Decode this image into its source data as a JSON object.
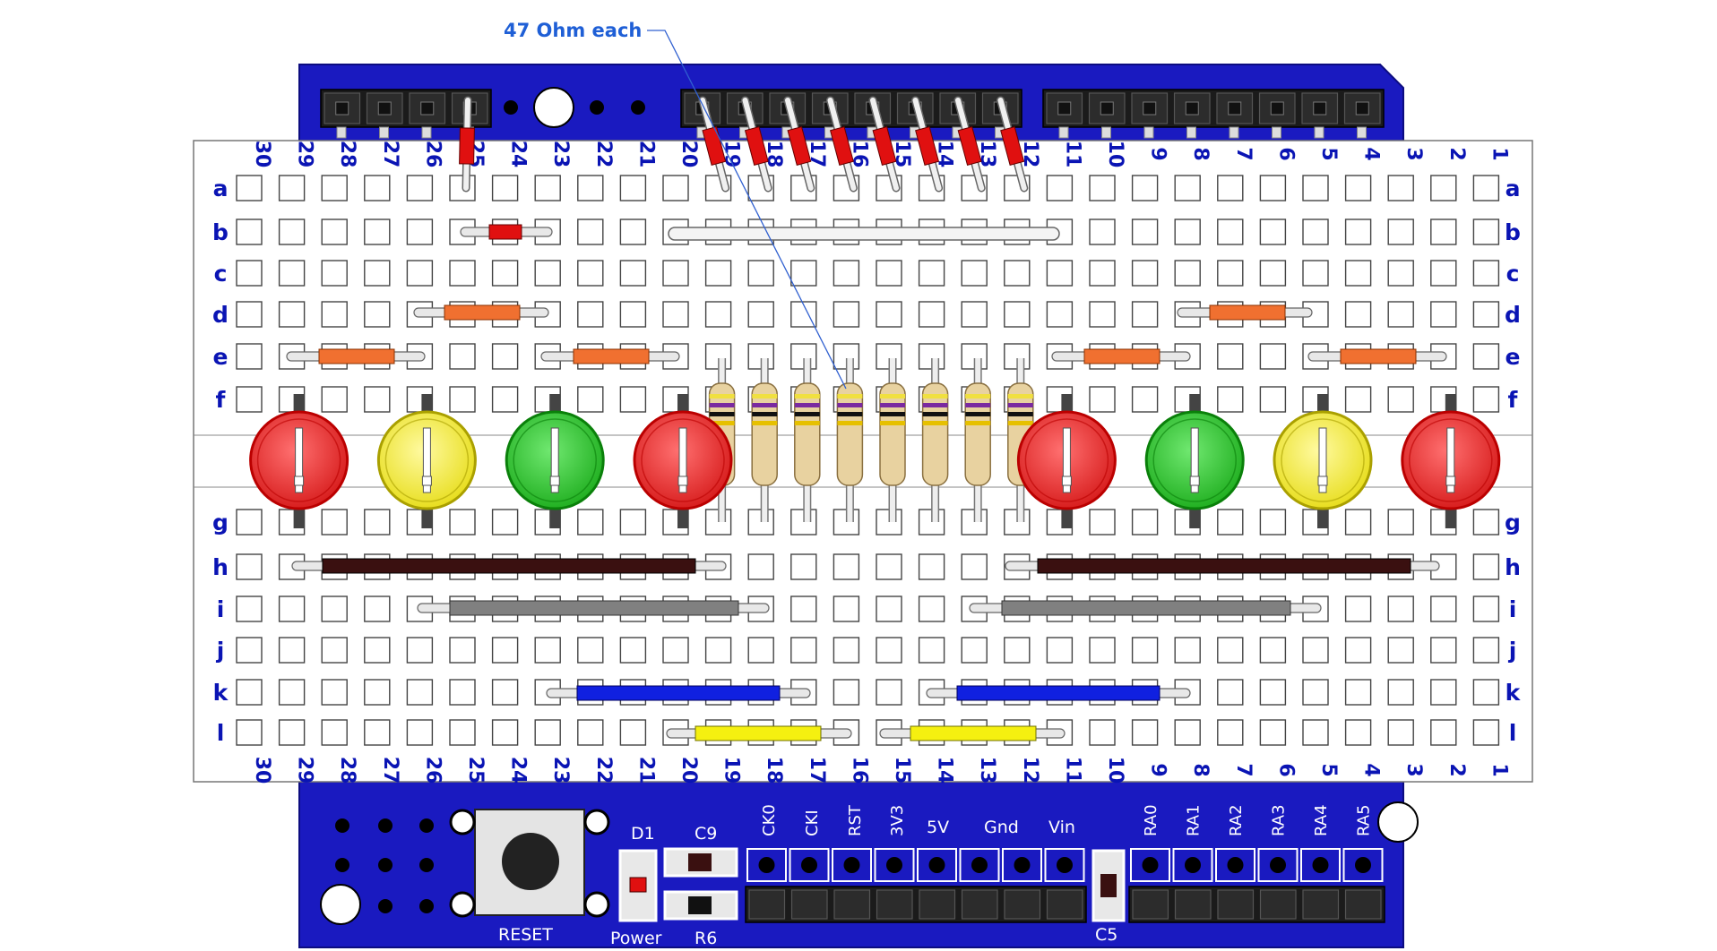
{
  "annotation": "47 Ohm each",
  "breadboard": {
    "columns": [
      "30",
      "29",
      "28",
      "27",
      "26",
      "25",
      "24",
      "23",
      "22",
      "21",
      "20",
      "19",
      "18",
      "17",
      "16",
      "15",
      "14",
      "13",
      "12",
      "11",
      "10",
      "9",
      "8",
      "7",
      "6",
      "5",
      "4",
      "3",
      "2",
      "1"
    ],
    "rows_upper": [
      "a",
      "b",
      "c",
      "d",
      "e",
      "f"
    ],
    "rows_lower": [
      "g",
      "h",
      "i",
      "j",
      "k",
      "l"
    ]
  },
  "board": {
    "reset_label": "RESET",
    "power_label": "Power",
    "d1_label": "D1",
    "c9_label": "C9",
    "r6_label": "R6",
    "c5_label": "C5",
    "header_labels_vertical": [
      "CK0",
      "CKI",
      "RST",
      "3V3"
    ],
    "header_labels_horizontal": [
      "5V",
      "Gnd",
      "Vin"
    ],
    "analog_labels": [
      "RA0",
      "RA1",
      "RA2",
      "RA3",
      "RA4",
      "RA5"
    ]
  },
  "leds": [
    {
      "color": "red"
    },
    {
      "color": "yellow"
    },
    {
      "color": "green"
    },
    {
      "color": "red"
    },
    {
      "color": "red"
    },
    {
      "color": "green"
    },
    {
      "color": "yellow"
    },
    {
      "color": "red"
    }
  ],
  "colors": {
    "pcb": "#1a1ac0",
    "breadboard": "#ffffff",
    "label_blue": "#0a14b4",
    "led_red": "#e53030",
    "led_yellow": "#f2e830",
    "led_green": "#33c233",
    "wire_brown": "#3a1010",
    "wire_gray": "#808080",
    "wire_blue": "#1020e0",
    "wire_yellow": "#f5f010",
    "resistor_body": "#e8d2a0",
    "jumper_orange": "#f07030",
    "jumper_red": "#e01010"
  }
}
